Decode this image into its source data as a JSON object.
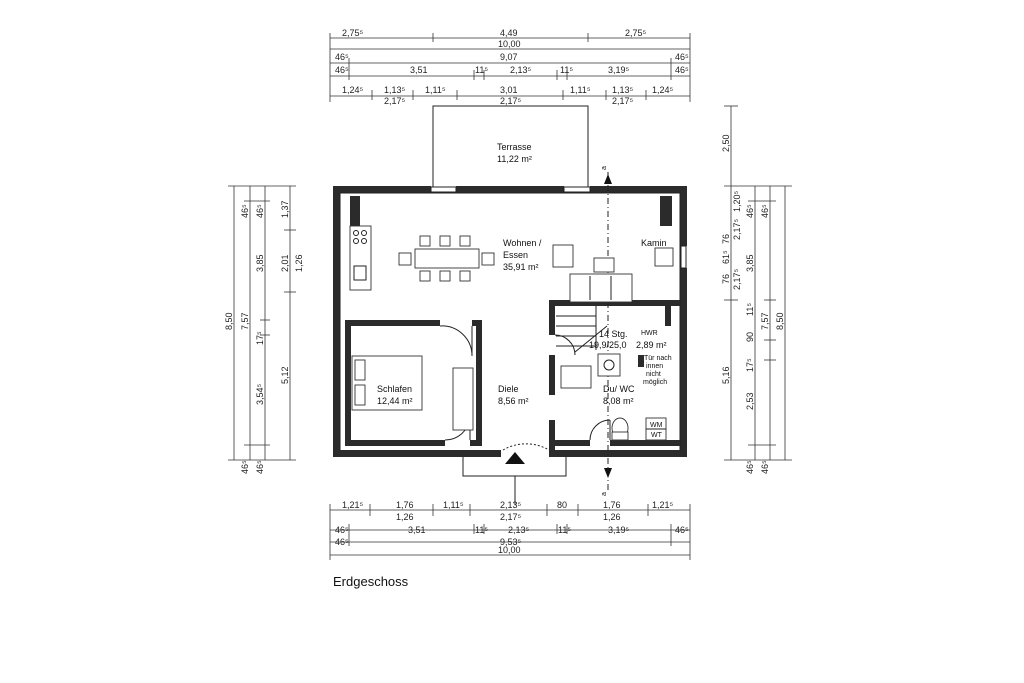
{
  "plan_title": "Erdgeschoss",
  "rooms": {
    "terrasse": {
      "name": "Terrasse",
      "area": "11,22 m²"
    },
    "wohnen": {
      "name_line1": "Wohnen /",
      "name_line2": "Essen",
      "area": "35,91 m²"
    },
    "kamin": {
      "name": "Kamin"
    },
    "schlafen": {
      "name": "Schlafen",
      "area": "12,44 m²"
    },
    "diele": {
      "name": "Diele",
      "area": "8,56 m²"
    },
    "du_wc": {
      "name": "Du/ WC",
      "area": "8,08 m²"
    },
    "stair": {
      "label": "14 Stg.",
      "ratio": "19,9/25,0"
    },
    "hwr": {
      "label": "HWR",
      "area": "2,89 m²"
    },
    "note": {
      "line1": "Tür nach",
      "line2": "innen",
      "line3": "nicht",
      "line4": "möglich"
    },
    "wm": {
      "label": "WM"
    },
    "wt": {
      "label": "WT"
    },
    "section_mark_top": "a",
    "section_mark_bottom": "a"
  },
  "dims_top": {
    "row1": [
      "2,75⁵",
      "4,49",
      "2,75⁵"
    ],
    "row2": [
      "10,00"
    ],
    "row3": [
      "46⁵",
      "9,07",
      "46⁵"
    ],
    "row4": [
      "46⁵",
      "3,51",
      "11⁵",
      "2,13⁵",
      "11⁵",
      "3,19⁵",
      "46⁵"
    ],
    "row5a": [
      "1,24⁵",
      "1,13⁵",
      "1,11⁵",
      "3,01",
      "1,11⁵",
      "1,13⁵",
      "1,24⁵"
    ],
    "row5b": [
      "2,17⁵",
      "2,17⁵",
      "2,17⁵"
    ]
  },
  "dims_bottom": {
    "row1a": [
      "1,21⁵",
      "1,76",
      "1,11⁵",
      "2,13⁵",
      "80",
      "1,76",
      "1,21⁵"
    ],
    "row1b": [
      "1,26",
      "2,17⁵",
      "1,26"
    ],
    "row2": [
      "46⁵",
      "3,51",
      "11⁵",
      "2,13⁵",
      "11⁵",
      "3,19⁵",
      "46⁵"
    ],
    "row3": [
      "46⁵",
      "9,53⁵"
    ],
    "row4": [
      "10,00"
    ]
  },
  "dims_left": {
    "outer": "8,50",
    "inner": "7,57",
    "segA": [
      "46⁵",
      "3,85",
      "17⁵",
      "3,54⁵",
      "46⁵"
    ],
    "segB": [
      "46⁵",
      "1,37",
      "2,01",
      "1,26",
      "5,12"
    ]
  },
  "dims_right": {
    "near": [
      "76",
      "61⁵",
      "76",
      "2,17⁵",
      "2,17⁵",
      "1,20⁵"
    ],
    "mid": [
      "2,50",
      "5,16"
    ],
    "segA": [
      "46⁵",
      "3,85",
      "11⁵",
      "90",
      "17⁵",
      "2,53",
      "46⁵"
    ],
    "inner": "7,57",
    "outer": "8,50",
    "segB": [
      "46⁵",
      "46⁵"
    ]
  }
}
